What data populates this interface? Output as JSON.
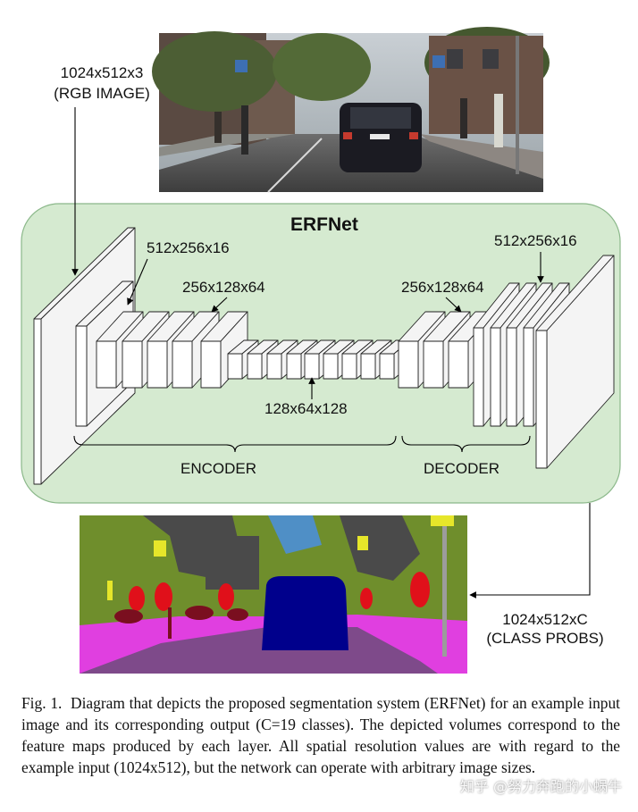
{
  "title": "ERFNet",
  "input": {
    "dims": "1024x512x3",
    "desc": "(RGB IMAGE)"
  },
  "output": {
    "dims": "1024x512xC",
    "desc": "(CLASS PROBS)"
  },
  "feature_labels": {
    "enc_first": "512x256x16",
    "enc_mid": "256x128x64",
    "bottleneck": "128x64x128",
    "dec_mid": "256x128x64",
    "dec_last": "512x256x16"
  },
  "sections": {
    "encoder": "ENCODER",
    "decoder": "DECODER"
  },
  "caption": {
    "prefix": "Fig. 1.",
    "text": "Diagram that depicts the proposed segmentation system (ERFNet) for an example input image and its corresponding output (C=19 classes). The depicted volumes correspond to the feature maps produced by each layer. All spatial resolution values are with regard to the example input (1024x512), but the network can operate with arbitrary image sizes."
  },
  "watermark": "知乎 @努力奔跑的小蜗牛",
  "colors": {
    "panel_fill": "#d5ead0",
    "panel_stroke": "#8bb88a",
    "road": "#7e4a8a",
    "sidewalk": "#e03fe0",
    "vegetation": "#6f8e2c",
    "building": "#4a4a4a",
    "sky": "#4f8fc6",
    "car": "#00008c",
    "person": "#e0101a",
    "rider": "#7a0f1f",
    "pole": "#9c9c9c",
    "sign": "#e6e62a"
  }
}
